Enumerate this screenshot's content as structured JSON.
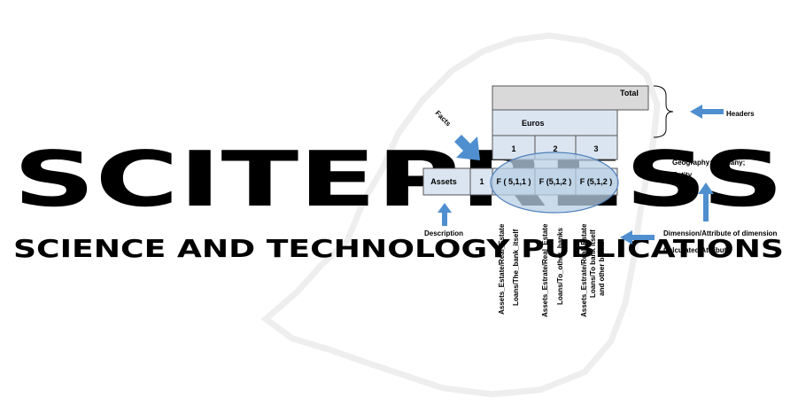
{
  "watermark": {
    "line1": "SCITEPRESS",
    "line2": "SCIENCE AND TECHNOLOGY PUBLICATIONS",
    "color": "#e6e6e6"
  },
  "table": {
    "total_label": "Total",
    "euros_label": "Euros",
    "columns": [
      "1",
      "2",
      "3"
    ],
    "row_label": "Assets",
    "row_number": "1",
    "cells": [
      "F ( 5,1,1 )",
      "F (5,1,2 )",
      "F (5,1,2 )"
    ],
    "vertical_labels": [
      {
        "line1": "Assets_Estate/Real_Estate",
        "line2": "Loans/The_bank_itself",
        "line3": ""
      },
      {
        "line1": "Assets_Estrate/Real_Estate",
        "line2": "Loans/To_other_banks",
        "line3": ""
      },
      {
        "line1": "Assets_Estrate/Real_Estate",
        "line2": "Loans/To bank itself",
        "line3": "and other banks"
      }
    ]
  },
  "annotations": {
    "facts": "Facts",
    "headers": "Headers",
    "description": "Description",
    "geography_line1": "Geography:Germany;",
    "geography_line2": "Entity",
    "dimension": "Dimension/Attribute of dimension",
    "calculated": "Calculated Attribute"
  },
  "colors": {
    "header_fill": "#dbe5f1",
    "total_fill": "#d9d9d9",
    "ellipse_fill": "#b8cfe4",
    "ellipse_stroke": "#4f81bd",
    "arrow": "#4f8fcf"
  }
}
